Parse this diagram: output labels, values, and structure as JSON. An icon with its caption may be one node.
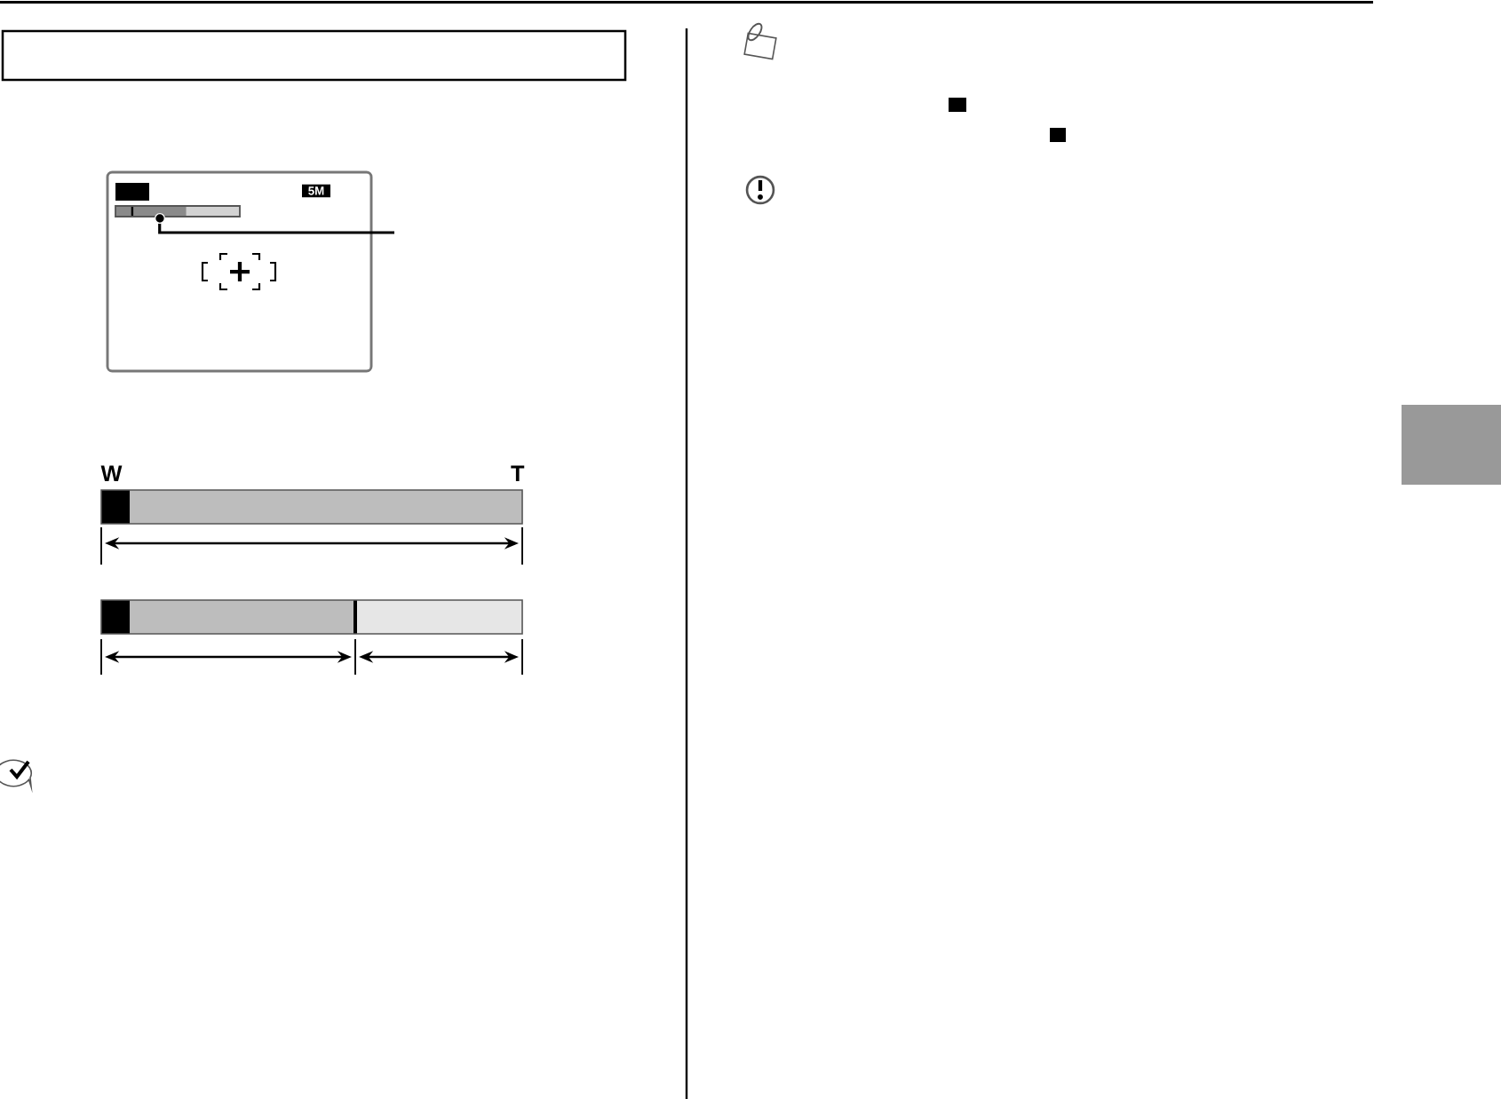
{
  "diagram": {
    "nodes": [
      {
        "text": [],
        "shape": "box"
      },
      {
        "text": [],
        "shape": "bar"
      }
    ],
    "edges": [
      {
        "from": null,
        "to": 1,
        "arrow": "none"
      }
    ],
    "labels": [
      "5M",
      "W",
      "T"
    ]
  }
}
